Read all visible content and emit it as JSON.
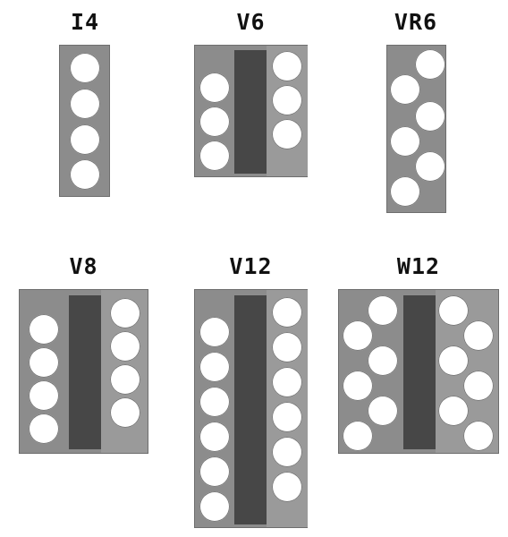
{
  "engines": [
    {
      "id": "i4",
      "label": "I4",
      "cylinders": 4,
      "layout": "inline"
    },
    {
      "id": "v6",
      "label": "V6",
      "cylinders": 6,
      "layout": "v"
    },
    {
      "id": "vr6",
      "label": "VR6",
      "cylinders": 6,
      "layout": "vr"
    },
    {
      "id": "v8",
      "label": "V8",
      "cylinders": 8,
      "layout": "v"
    },
    {
      "id": "v12",
      "label": "V12",
      "cylinders": 12,
      "layout": "v"
    },
    {
      "id": "w12",
      "label": "W12",
      "cylinders": 12,
      "layout": "w"
    }
  ],
  "colors": {
    "block": "#8c8c8c",
    "valley": "#474747",
    "cylinder": "#ffffff",
    "label": "#111111"
  }
}
